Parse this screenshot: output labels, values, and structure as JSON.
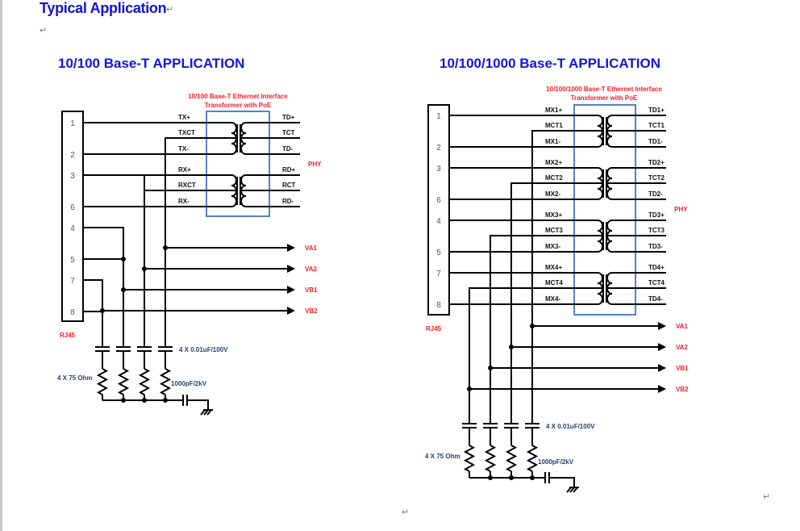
{
  "document": {
    "heading": "Typical Application",
    "paragraph_mark": "↵",
    "colors": {
      "heading": "#1010dc",
      "label_red": "#e8202a",
      "label_navy": "#2a3f70",
      "transformer_box": "#2b63b8",
      "wire": "#000000"
    }
  },
  "left": {
    "title": "10/100  Base-T  APPLICATION",
    "transformer_title_1": "10/100 Base-T Ethernet Interface",
    "transformer_title_2": "Transformer with PoE",
    "connector_label": "RJ45",
    "pins": [
      "1",
      "2",
      "3",
      "6",
      "4",
      "5",
      "7",
      "8"
    ],
    "line_side": [
      "TX+",
      "TXCT",
      "TX-",
      "RX+",
      "RXCT",
      "RX-"
    ],
    "phy_side": [
      "TD+",
      "TCT",
      "TD-",
      "RD+",
      "RCT",
      "RD-"
    ],
    "phy_label": "PHY",
    "outputs": [
      "VA1",
      "VA2",
      "VB1",
      "VB2"
    ],
    "cap_label": "4 X 0.01uF/100V",
    "res_label": "4 X 75 Ohm",
    "hv_cap_label": "1000pF/2kV"
  },
  "right": {
    "title": "10/100/1000  Base-T  APPLICATION",
    "transformer_title_1": "10/100/1000 Base-T Ethernet Interface",
    "transformer_title_2": "Transformer with PoE",
    "connector_label": "RJ45",
    "pins": [
      "1",
      "2",
      "3",
      "6",
      "4",
      "5",
      "7",
      "8"
    ],
    "line_side": [
      "MX1+",
      "MCT1",
      "MX1-",
      "MX2+",
      "MCT2",
      "MX2-",
      "MX3+",
      "MCT3",
      "MX3-",
      "MX4+",
      "MCT4",
      "MX4-"
    ],
    "phy_side": [
      "TD1+",
      "TCT1",
      "TD1-",
      "TD2+",
      "TCT2",
      "TD2-",
      "TD3+",
      "TCT3",
      "TD3-",
      "TD4+",
      "TCT4",
      "TD4-"
    ],
    "phy_label": "PHY",
    "outputs": [
      "VA1",
      "VA2",
      "VB1",
      "VB2"
    ],
    "cap_label": "4 X 0.01uF/100V",
    "res_label": "4 X 75 Ohm",
    "hv_cap_label": "1000pF/2kV"
  }
}
